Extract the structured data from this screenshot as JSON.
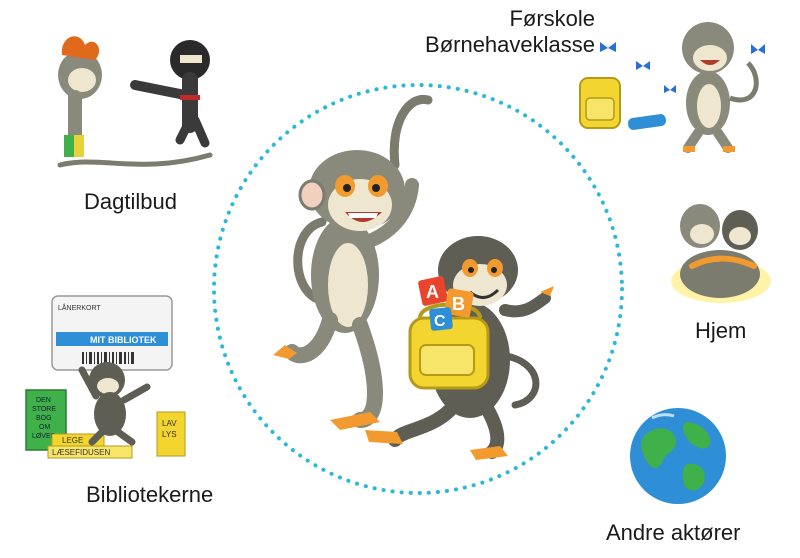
{
  "labels": {
    "dagtilbud": "Dagtilbud",
    "forskole_line1": "Førskole",
    "forskole_line2": "Børnehaveklasse",
    "hjem": "Hjem",
    "biblioteker": "Bibliotekerne",
    "andre": "Andre aktører"
  },
  "library_card": {
    "header": "LÅNERKORT",
    "brand": "MIT BIBLIOTEK"
  },
  "books": {
    "big_book": [
      "DEN",
      "STORE",
      "BOG",
      "OM",
      "LØVER"
    ],
    "lege": "LEGE",
    "laesefidusen": "LÆSEFIDUSEN",
    "lav_lys": [
      "LAV",
      "LYS"
    ]
  },
  "backpack_letters": [
    "A",
    "B",
    "C"
  ],
  "colors": {
    "ring": "#29b9d6",
    "monkey_body": "#8a8a7c",
    "monkey_dark": "#5e5e54",
    "monkey_face": "#efe6cf",
    "monkey_feet": "#f29a2e",
    "backpack": "#f2d62f",
    "ocean": "#2f8fd6",
    "land": "#3fb04a"
  }
}
